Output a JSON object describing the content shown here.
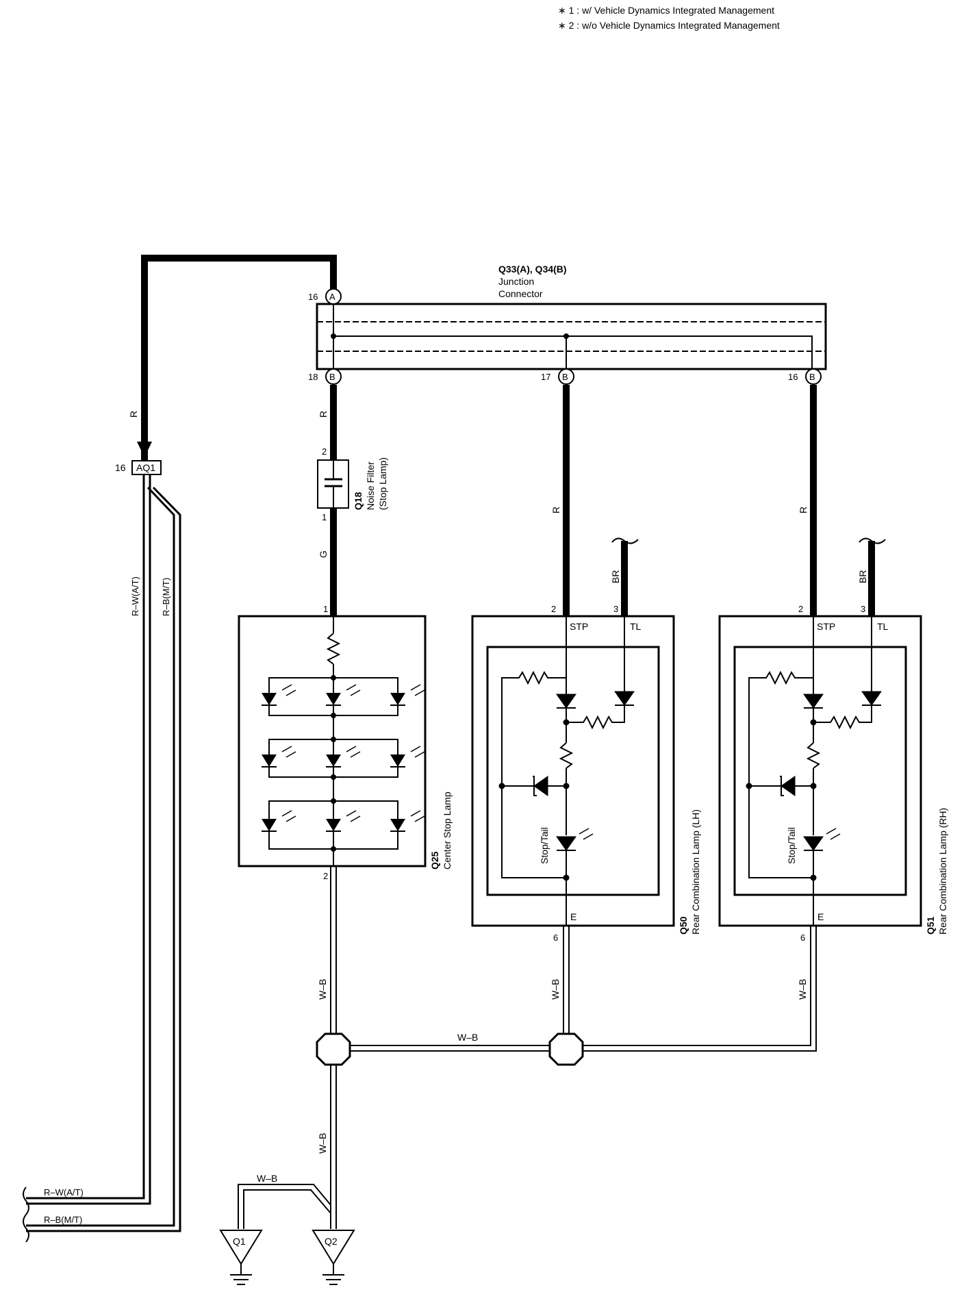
{
  "notes": {
    "note1": "∗ 1 : w/ Vehicle Dynamics Integrated Management",
    "note2": "∗ 2 : w/o Vehicle Dynamics Integrated Management"
  },
  "junction": {
    "code": "Q33(A), Q34(B)",
    "name_line1": "Junction",
    "name_line2": "Connector",
    "pin_a": "16",
    "pin_a_letter": "A",
    "pin_b1": "18",
    "pin_b2": "17",
    "pin_b3": "16",
    "pin_b_letter": "B"
  },
  "aq1": {
    "label": "AQ1",
    "pin": "16"
  },
  "noise_filter": {
    "code": "Q18",
    "name_line1": "Noise Filter",
    "name_line2": "(Stop Lamp)",
    "pin2": "2",
    "pin1": "1"
  },
  "center_lamp": {
    "code": "Q25",
    "name": "Center Stop Lamp",
    "pin1": "1",
    "pin2": "2"
  },
  "lamp_lh": {
    "code": "Q50",
    "name": "Rear Combination Lamp (LH)",
    "stp": "STP",
    "tl": "TL",
    "e": "E",
    "pin2": "2",
    "pin3": "3",
    "pin6": "6",
    "stop_tail": "Stop/Tail"
  },
  "lamp_rh": {
    "code": "Q51",
    "name": "Rear Combination Lamp (RH)",
    "stp": "STP",
    "tl": "TL",
    "e": "E",
    "pin2": "2",
    "pin3": "3",
    "pin6": "6",
    "stop_tail": "Stop/Tail"
  },
  "wires": {
    "r": "R",
    "g": "G",
    "br": "BR",
    "wb": "W–B",
    "rw_at": "R–W(A/T)",
    "rb_mt": "R–B(M/T)"
  },
  "grounds": {
    "q1": "Q1",
    "q2": "Q2"
  }
}
